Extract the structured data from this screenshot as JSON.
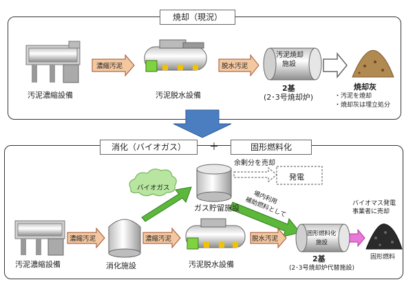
{
  "top": {
    "title": "焼却（現況）",
    "thickener": "汚泥濃縮設備",
    "arrow_thickened": "濃縮汚泥",
    "dewatering": "汚泥脱水設備",
    "arrow_dewatered": "脱水汚泥",
    "incinerator_line1": "汚泥焼却",
    "incinerator_line2": "施設",
    "incinerator_count": "2基",
    "incinerator_note": "(2･3号焼却炉)",
    "ash": "焼却灰",
    "ash_note1": "・汚泥を焼却",
    "ash_note2": "・焼却灰は埋立処分"
  },
  "bottom": {
    "title_left": "消化（バイオガス）",
    "plus": "＋",
    "title_right": "固形燃料化",
    "surplus": "余剰分を売却",
    "power": "発電",
    "biogas_cloud": "バイオガス",
    "gas_holder": "ガス貯留施設",
    "aux_fuel_line1": "補助燃料として",
    "aux_fuel_line2": "場内利用",
    "thickener": "汚泥濃縮設備",
    "arrow_thickened1": "濃縮汚泥",
    "digester": "消化施設",
    "arrow_thickened2": "濃縮汚泥",
    "dewatering": "汚泥脱水設備",
    "arrow_dewatered": "脱水汚泥",
    "fuel_line1": "固形燃料化",
    "fuel_line2": "施設",
    "fuel_count": "2基",
    "fuel_note": "(2･3号焼却炉代替施設)",
    "biomass_line1": "バイオマス発電",
    "biomass_line2": "事業者に売却",
    "solid_fuel": "固形燃料"
  },
  "colors": {
    "orange_arrow": "#f3c7a0",
    "green_arrow": "#5cb83a",
    "blue_arrow": "#4a7ec0",
    "pink_arrow": "#e879d8",
    "cloud": "#b8e6a0"
  }
}
